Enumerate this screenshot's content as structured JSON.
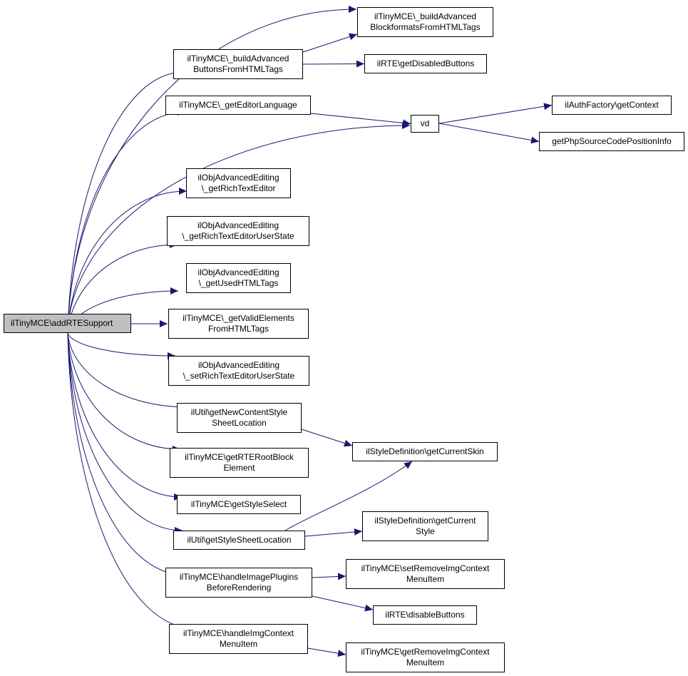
{
  "colors": {
    "edge": "#191970",
    "root_fill": "#bfbfbf",
    "node_fill": "#ffffff",
    "border": "#000000"
  },
  "nodes": {
    "root": [
      "ilTinyMCE\\addRTESupport"
    ],
    "buildBlockformats": [
      "ilTinyMCE\\_buildAdvanced",
      "BlockformatsFromHTMLTags"
    ],
    "buildButtons": [
      "ilTinyMCE\\_buildAdvanced",
      "ButtonsFromHTMLTags"
    ],
    "getDisabledButtons": [
      "ilRTE\\getDisabledButtons"
    ],
    "getEditorLanguage": [
      "ilTinyMCE\\_getEditorLanguage"
    ],
    "vd": [
      "vd"
    ],
    "getContext": [
      "ilAuthFactory\\getContext"
    ],
    "getPhpSource": [
      "getPhpSourceCodePositionInfo"
    ],
    "getRichTextEditor": [
      "ilObjAdvancedEditing",
      "\\_getRichTextEditor"
    ],
    "getRichTextEditorUserState": [
      "ilObjAdvancedEditing",
      "\\_getRichTextEditorUserState"
    ],
    "getUsedHTMLTags": [
      "ilObjAdvancedEditing",
      "\\_getUsedHTMLTags"
    ],
    "getValidElements": [
      "ilTinyMCE\\_getValidElements",
      "FromHTMLTags"
    ],
    "setRichTextEditorUserState": [
      "ilObjAdvancedEditing",
      "\\_setRichTextEditorUserState"
    ],
    "getNewContentStyle": [
      "ilUtil\\getNewContentStyle",
      "SheetLocation"
    ],
    "getCurrentSkin": [
      "ilStyleDefinition\\getCurrentSkin"
    ],
    "getRTERootBlock": [
      "ilTinyMCE\\getRTERootBlock",
      "Element"
    ],
    "getStyleSelect": [
      "ilTinyMCE\\getStyleSelect"
    ],
    "getCurrentStyle": [
      "ilStyleDefinition\\getCurrent",
      "Style"
    ],
    "getStyleSheetLocation": [
      "ilUtil\\getStyleSheetLocation"
    ],
    "handleImagePlugins": [
      "ilTinyMCE\\handleImagePlugins",
      "BeforeRendering"
    ],
    "setRemoveImg": [
      "ilTinyMCE\\setRemoveImgContext",
      "MenuItem"
    ],
    "disableButtons": [
      "ilRTE\\disableButtons"
    ],
    "handleImgContext": [
      "ilTinyMCE\\handleImgContext",
      "MenuItem"
    ],
    "getRemoveImg": [
      "ilTinyMCE\\getRemoveImgContext",
      "MenuItem"
    ]
  },
  "edges": [
    [
      "root",
      "buildBlockformats"
    ],
    [
      "root",
      "buildButtons"
    ],
    [
      "root",
      "getEditorLanguage"
    ],
    [
      "root",
      "vd"
    ],
    [
      "root",
      "getRichTextEditor"
    ],
    [
      "root",
      "getRichTextEditorUserState"
    ],
    [
      "root",
      "getUsedHTMLTags"
    ],
    [
      "root",
      "getValidElements"
    ],
    [
      "root",
      "setRichTextEditorUserState"
    ],
    [
      "root",
      "getNewContentStyle"
    ],
    [
      "root",
      "getRTERootBlock"
    ],
    [
      "root",
      "getStyleSelect"
    ],
    [
      "root",
      "getStyleSheetLocation"
    ],
    [
      "root",
      "handleImagePlugins"
    ],
    [
      "root",
      "handleImgContext"
    ],
    [
      "buildButtons",
      "buildBlockformats"
    ],
    [
      "buildButtons",
      "getDisabledButtons"
    ],
    [
      "getEditorLanguage",
      "vd"
    ],
    [
      "vd",
      "getContext"
    ],
    [
      "vd",
      "getPhpSource"
    ],
    [
      "getNewContentStyle",
      "getCurrentSkin"
    ],
    [
      "getStyleSheetLocation",
      "getCurrentSkin"
    ],
    [
      "getStyleSheetLocation",
      "getCurrentStyle"
    ],
    [
      "handleImagePlugins",
      "setRemoveImg"
    ],
    [
      "handleImagePlugins",
      "disableButtons"
    ],
    [
      "handleImgContext",
      "getRemoveImg"
    ]
  ]
}
